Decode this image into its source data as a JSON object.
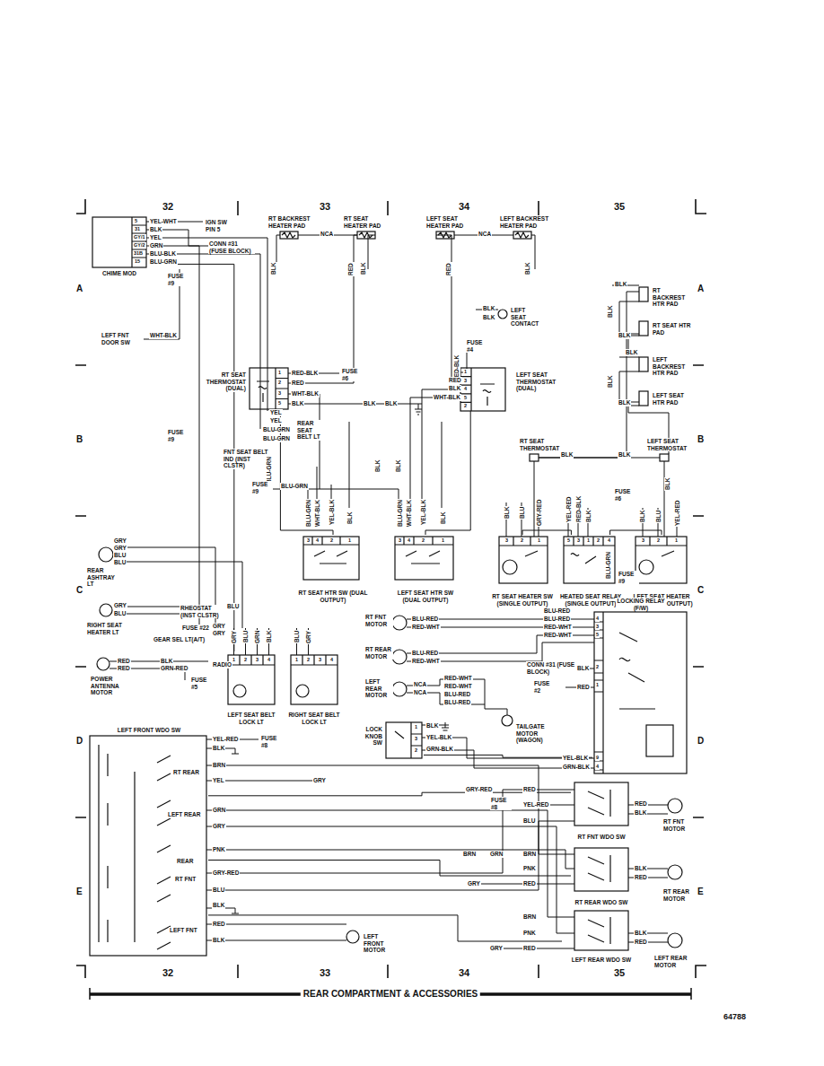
{
  "diagram": {
    "title": "REAR COMPARTMENT & ACCESSORIES",
    "nodes": [
      {
        "text": [
          "CHIME MOD"
        ]
      },
      {
        "text": [
          "RT SEAT THERMOSTAT (DUAL)"
        ]
      },
      {
        "text": [
          "LEFT SEAT THERMOSTAT (DUAL)"
        ]
      },
      {
        "text": [
          "RT SEAT HTR SW (DUAL OUTPUT)"
        ]
      },
      {
        "text": [
          "LEFT SEAT HTR SW (DUAL OUTPUT)"
        ]
      },
      {
        "text": [
          "RT SEAT HEATER SW (SINGLE OUTPUT)"
        ]
      },
      {
        "text": [
          "HEATED SEAT RELAY (SINGLE OUTPUT)"
        ]
      },
      {
        "text": [
          "LEFT SEAT HEATER SW (SINGLE OUTPUT)"
        ]
      },
      {
        "text": [
          "LEFT SEAT BELT LOCK LT"
        ]
      },
      {
        "text": [
          "RIGHT SEAT BELT LOCK LT"
        ]
      },
      {
        "text": [
          "LOCKING RELAY (F/W)"
        ]
      },
      {
        "text": [
          "LOCK KNOB SW"
        ]
      },
      {
        "text": [
          "LEFT FRONT WDO SW"
        ]
      },
      {
        "text": [
          "RT FNT WDO SW"
        ]
      },
      {
        "text": [
          "RT REAR WDO SW"
        ]
      },
      {
        "text": [
          "LEFT REAR WDO SW"
        ]
      }
    ],
    "edges": [
      {
        "from": 1,
        "to": 3,
        "arrow": "none"
      },
      {
        "from": 2,
        "to": 4,
        "arrow": "none"
      },
      {
        "from": 6,
        "to": 5,
        "arrow": "none"
      },
      {
        "from": 6,
        "to": 7,
        "arrow": "none"
      },
      {
        "from": 11,
        "to": 10,
        "arrow": "none"
      },
      {
        "from": 12,
        "to": 13,
        "arrow": "none"
      },
      {
        "from": 12,
        "to": 14,
        "arrow": "none"
      },
      {
        "from": 12,
        "to": 15,
        "arrow": "none"
      },
      {
        "from": 0,
        "to": 8,
        "arrow": "none"
      }
    ],
    "labels": [
      "32",
      "33",
      "34",
      "35",
      "32",
      "33",
      "34",
      "35",
      "A",
      "B",
      "C",
      "D",
      "E",
      "A",
      "B",
      "C",
      "D",
      "E",
      "64788",
      "5",
      "31",
      "GY/1",
      "GY/2",
      "31B",
      "15",
      "YEL-WHT",
      "BLK",
      "YEL",
      "GRN",
      "BLU-BLK",
      "BLU-GRN",
      "IGN SW PIN 5",
      "CONN #31 (FUSE BLOCK)",
      "FUSE #9",
      "LEFT FNT DOOR SW",
      "WHT-BLK",
      "RT BACKREST HEATER PAD",
      "RT SEAT HEATER PAD",
      "NCA",
      "BLK",
      "RED",
      "BLK",
      "LEFT SEAT HEATER PAD",
      "LEFT BACKREST HEATER PAD",
      "NCA",
      "RED",
      "BLK",
      "BLK",
      "BLK",
      "LEFT SEAT CONTACT",
      "FUSE #4",
      "RED-BLK",
      "1",
      "2",
      "3",
      "5",
      "RED-BLK",
      "RED",
      "WHT-BLK",
      "BLK",
      "FUSE #6",
      "BLK",
      "BLK",
      "1",
      "3",
      "4",
      "5",
      "2",
      "RED",
      "BLK",
      "WHT-BLK",
      "YEL",
      "YEL",
      "BLU-GRN",
      "BLU-GRN",
      "REAR SEAT BELT LT",
      "FUSE #9",
      "FNT SEAT BELT IND (INST CLSTR)",
      "BLU-GRN",
      "FUSE #9",
      "BLU-GRN",
      "BLK",
      "BLK",
      "3",
      "4",
      "2",
      "1",
      "3",
      "4",
      "2",
      "1",
      "BLU-GRN",
      "WHT-BLK",
      "YEL-BLK",
      "BLK",
      "BLU-GRN",
      "WHT-BLK",
      "YEL-BLK",
      "BLK",
      "BLK",
      "RT BACKREST HTR PAD",
      "BLK",
      "RT SEAT HTR PAD",
      "BLK",
      "BLK",
      "LEFT BACKREST HTR PAD",
      "BLK",
      "LEFT SEAT HTR PAD",
      "BLK",
      "RT SEAT THERMOSTAT",
      "LEFT SEAT THERMOSTAT",
      "BLK",
      "BLK",
      "3",
      "2",
      "1",
      "BLK",
      "BLU",
      "GRY-RED",
      "5",
      "3",
      "1",
      "2",
      "4",
      "YEL-RED",
      "RED-BLK",
      "BLK",
      "FUSE #6",
      "BLU-GRN",
      "FUSE #9",
      "3",
      "2",
      "1",
      "BLK",
      "BLU",
      "YEL-RED",
      "BLK",
      "GRY",
      "GRY",
      "BLU",
      "BLU",
      "REAR ASHTRAY LT",
      "GRY",
      "BLU",
      "RIGHT SEAT HEATER LT",
      "RHEOSTAT (INST CLSTR)",
      "BLU",
      "FUSE #22",
      "GRY",
      "GRY",
      "GEAR SEL LT(A/T)",
      "RED",
      "RED",
      "BLK",
      "GRN-RED",
      "RADIO",
      "POWER ANTENNA MOTOR",
      "FUSE #5",
      "1",
      "2",
      "3",
      "4",
      "GRY",
      "BLU",
      "GRN",
      "BLK",
      "1",
      "2",
      "3",
      "4",
      "BLU",
      "GRY",
      "RT FNT MOTOR",
      "BLU-RED",
      "RED-WHT",
      "RT REAR MOTOR",
      "BLU-RED",
      "RED-WHT",
      "LEFT REAR MOTOR",
      "NCA",
      "NCA",
      "RED-WHT",
      "RED-WHT",
      "BLU-RED",
      "BLU-RED",
      "TAILGATE MOTOR (WAGON)",
      "BLU-RED",
      "BLU-RED",
      "RED-WHT",
      "RED-WHT",
      "4",
      "3",
      "5",
      "CONN #31 (FUSE BLOCK)",
      "BLK",
      "2",
      "FUSE #2",
      "RED",
      "1",
      "YEL-BLK",
      "GRN-BLK",
      "9",
      "4",
      "BLK",
      "YEL-BLK",
      "GRN-BLK",
      "1",
      "3",
      "2",
      "RT REAR",
      "LEFT REAR",
      "REAR",
      "RT FNT",
      "LEFT FNT",
      "YEL-RED",
      "FUSE #8",
      "BLK",
      "BRN",
      "YEL",
      "GRY",
      "GRN",
      "GRY",
      "PNK",
      "GRY-RED",
      "BLU",
      "BLK",
      "RED",
      "BLK",
      "LEFT FRONT MOTOR",
      "GRY-RED",
      "RED",
      "FUSE #8",
      "YEL-RED",
      "BLU",
      "RED",
      "BLK",
      "RT FNT MOTOR",
      "BRN",
      "GRN",
      "BRN",
      "PNK",
      "GRY",
      "RED",
      "BLK",
      "RED",
      "RT REAR MOTOR",
      "BRN",
      "PNK",
      "GRY",
      "RED",
      "BLK",
      "RED",
      "LEFT REAR MOTOR"
    ]
  }
}
